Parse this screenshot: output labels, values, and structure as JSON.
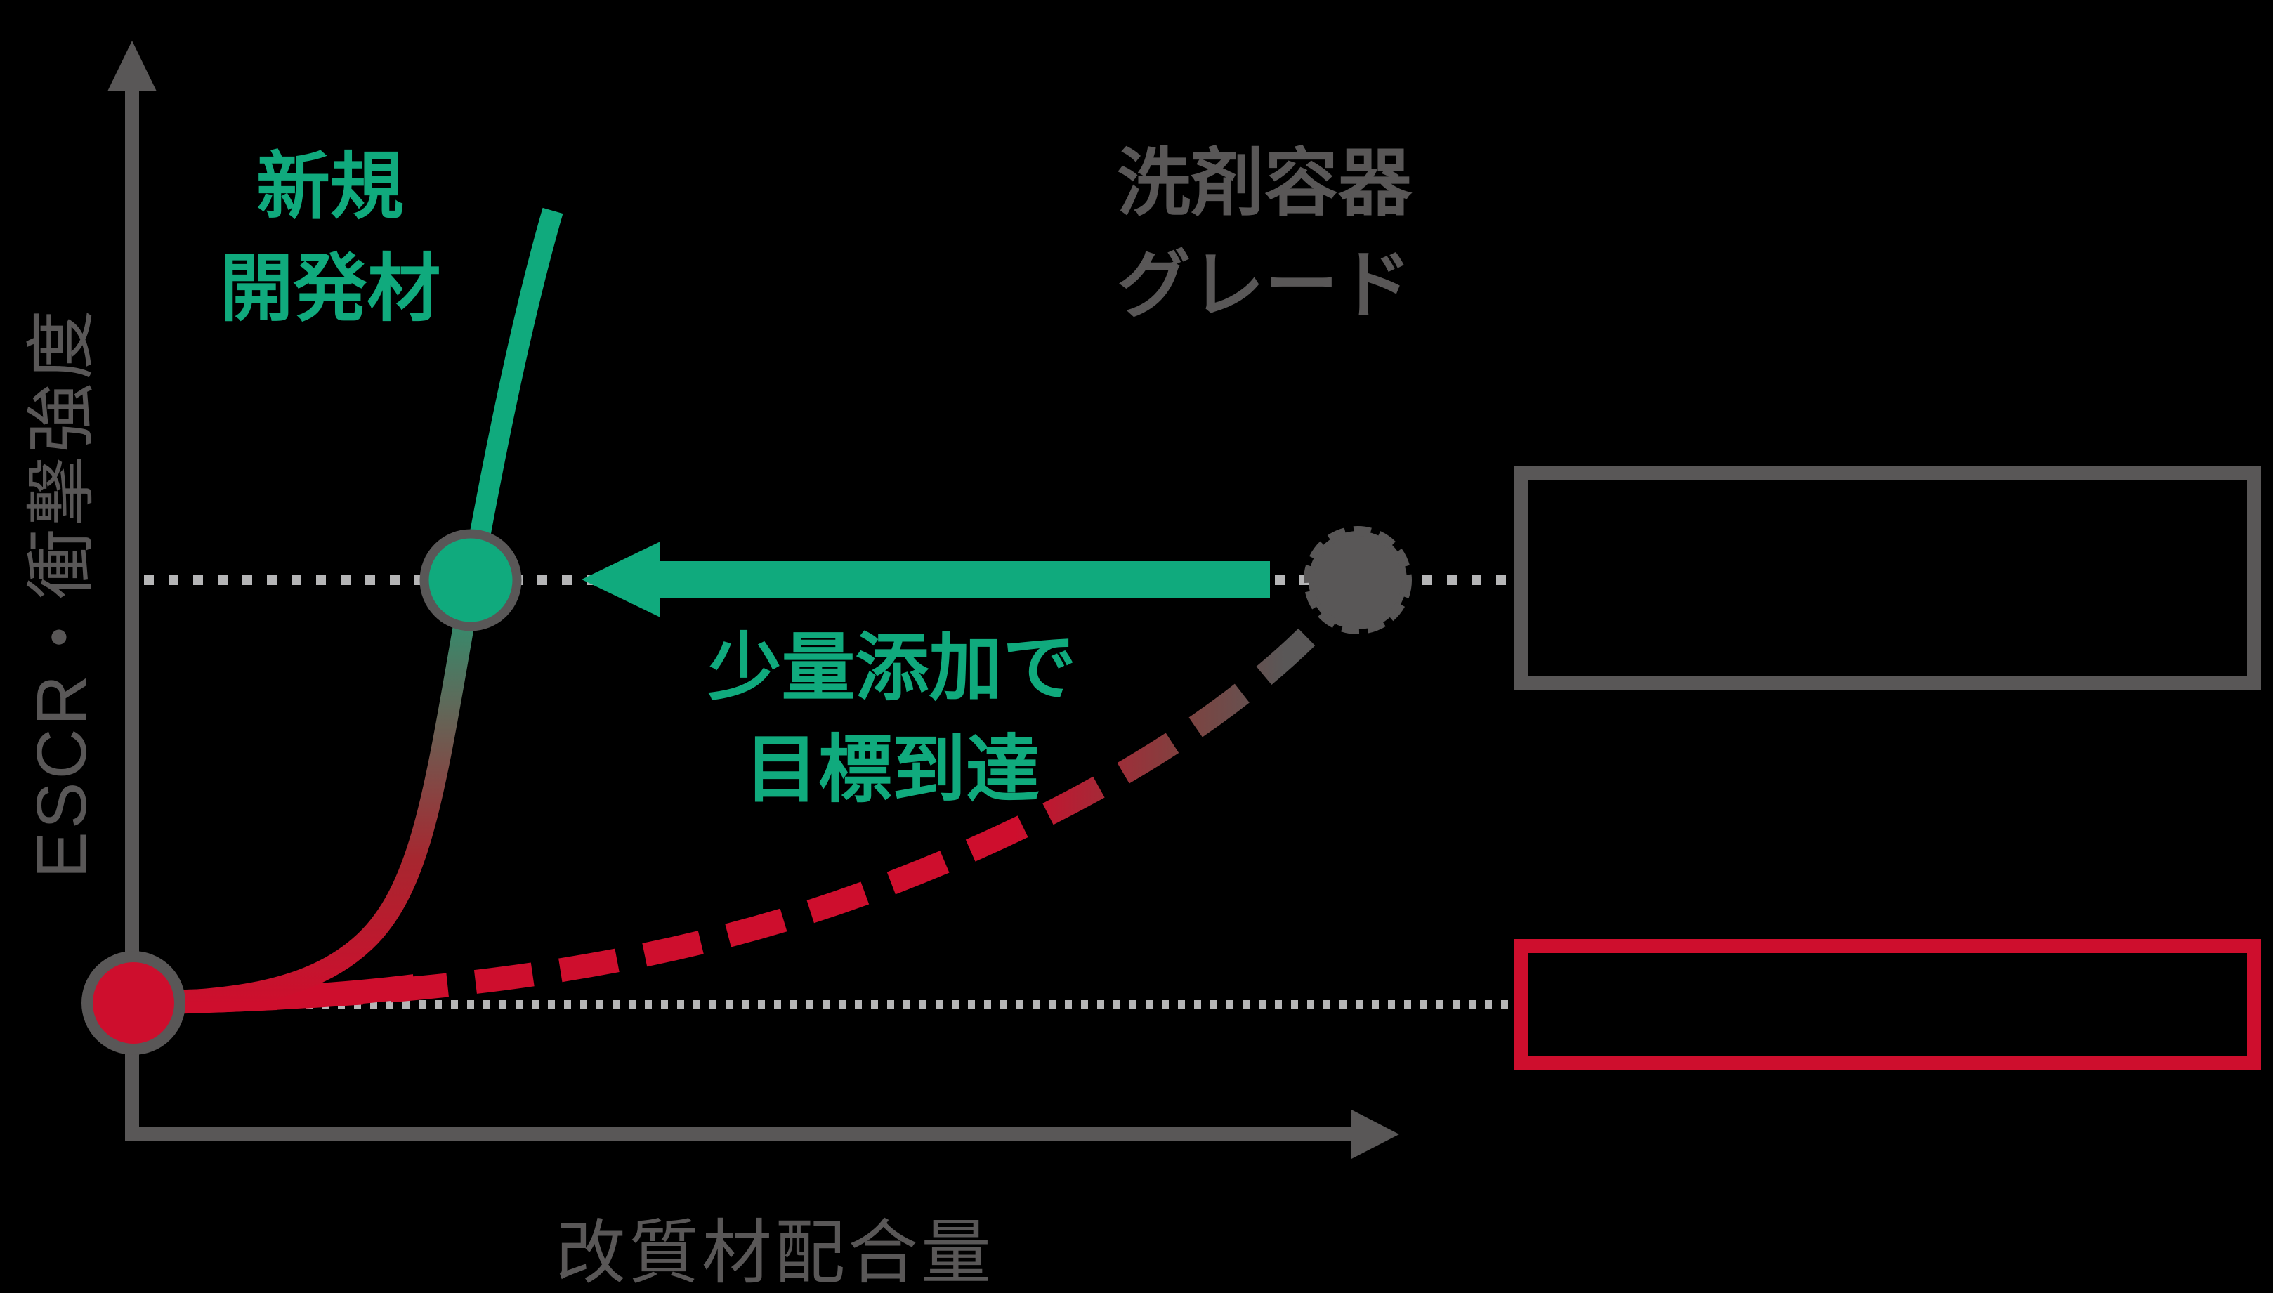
{
  "page": {
    "background": "#000000"
  },
  "axes": {
    "y_label": "ESCR・衝撃強度",
    "x_label": "改質材配合量",
    "axis_color": "#595757"
  },
  "labels": {
    "new_material": "新規\n開発材",
    "grade": "洗剤容器\nグレード",
    "arrow_note": "少量添加で\n目標到達"
  },
  "boxes": {
    "gray_box_text": "",
    "red_box_text": ""
  },
  "colors": {
    "green": "#10AA7D",
    "red": "#CE0E2D",
    "dark_gray": "#595757",
    "dotted_line_gray": "#B5B5B6",
    "curve_gradient_mid": "#5E6A5A",
    "background": "#000000"
  },
  "chart_data": {
    "type": "line",
    "title": "",
    "xlabel": "改質材配合量",
    "ylabel": "ESCR・衝撃強度",
    "axes_numeric": false,
    "grid": false,
    "legend_position": "none",
    "xlim": [
      0,
      100
    ],
    "ylim": [
      0,
      100
    ],
    "series": [
      {
        "name": "新規開発材",
        "style": "solid",
        "color": "gradient(#CE0E2D → #5E6A5A → #10AA7D)",
        "x": [
          0,
          13,
          18,
          22,
          25,
          27,
          29,
          33
        ],
        "y": [
          14.5,
          16,
          22,
          31,
          46,
          60,
          77,
          100
        ]
      },
      {
        "name": "洗剤容器グレード",
        "style": "dashed",
        "color": "#CE0E2D (fades to #595757 near end)",
        "x": [
          0,
          25,
          51,
          70,
          84,
          92,
          97
        ],
        "y": [
          14.5,
          17,
          24,
          35.5,
          47,
          55,
          60
        ]
      }
    ],
    "markers": [
      {
        "name": "new-material-point",
        "x": 27,
        "y": 60,
        "fill": "#10AA7D",
        "ring": "#595757"
      },
      {
        "name": "grade-point",
        "x": 97,
        "y": 60,
        "fill": "#595757",
        "ring": "dashed #595757"
      },
      {
        "name": "baseline-point",
        "x": 0,
        "y": 14.5,
        "fill": "#CE0E2D",
        "ring": "#595757"
      }
    ],
    "reference_lines": [
      {
        "name": "target-level",
        "y": 60,
        "style": "dotted",
        "color": "#B5B5B6"
      },
      {
        "name": "baseline-level",
        "y": 14.5,
        "style": "dotted",
        "color": "#B5B5B6"
      }
    ],
    "annotations": [
      {
        "text": "少量添加で\n目標到達",
        "type": "arrow",
        "direction": "left",
        "color": "#10AA7D",
        "from_x": 90,
        "to_x": 35,
        "y": 60
      },
      {
        "text": "新規\n開発材",
        "color": "#10AA7D",
        "near": "solid curve top"
      },
      {
        "text": "洗剤容器\nグレード",
        "color": "#595757",
        "near": "grade point"
      },
      {
        "type": "empty-box",
        "border": "#595757",
        "aligned_to_y": 60
      },
      {
        "type": "empty-box",
        "border": "#CE0E2D",
        "aligned_to_y": 14.5
      }
    ]
  }
}
